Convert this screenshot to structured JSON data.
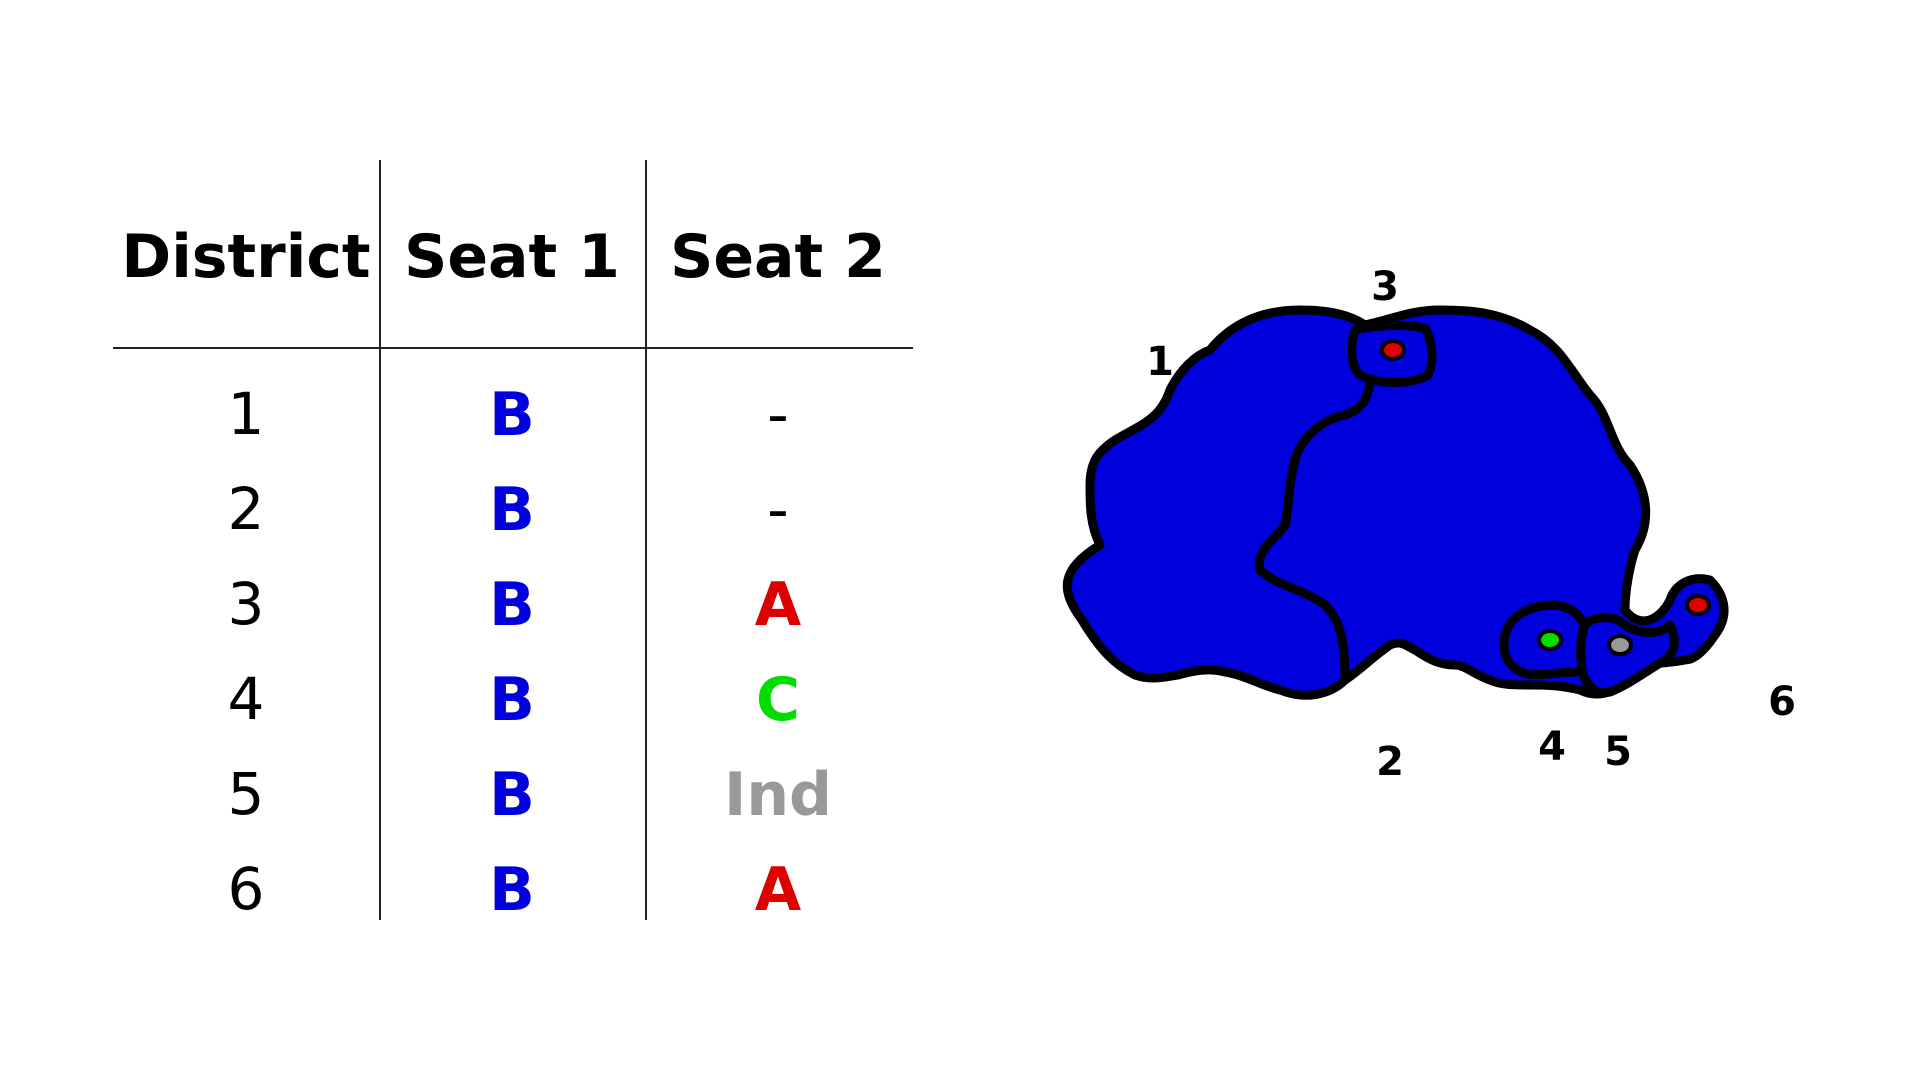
{
  "table": {
    "headers": [
      "District",
      "Seat 1",
      "Seat 2"
    ],
    "rows": [
      {
        "district": "1",
        "seat1": "B",
        "seat2": "-"
      },
      {
        "district": "2",
        "seat1": "B",
        "seat2": "-"
      },
      {
        "district": "3",
        "seat1": "B",
        "seat2": "A"
      },
      {
        "district": "4",
        "seat1": "B",
        "seat2": "C"
      },
      {
        "district": "5",
        "seat1": "B",
        "seat2": "Ind"
      },
      {
        "district": "6",
        "seat1": "B",
        "seat2": "A"
      }
    ]
  },
  "party_colors": {
    "A": "#dd0000",
    "B": "#0000dd",
    "C": "#00dd00",
    "Ind": "#999999",
    "-": "#000000"
  },
  "map": {
    "fill_color": "#0000dd",
    "outline_color": "#000000",
    "district_labels": [
      "1",
      "2",
      "3",
      "4",
      "5",
      "6"
    ],
    "markers": [
      {
        "district": "3",
        "party": "A"
      },
      {
        "district": "4",
        "party": "C"
      },
      {
        "district": "5",
        "party": "Ind"
      },
      {
        "district": "6",
        "party": "A"
      }
    ]
  }
}
